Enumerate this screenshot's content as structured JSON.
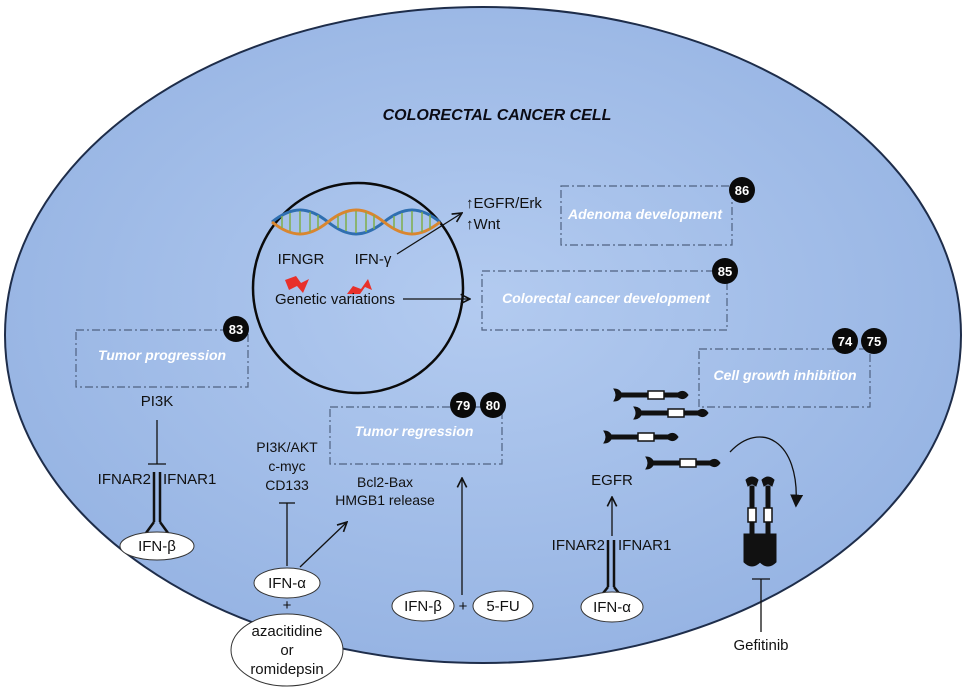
{
  "title": "COLORECTAL CANCER CELL",
  "nucleus": {
    "ifngr": "IFNGR",
    "ifn_gamma": "IFN-γ",
    "genetic_variations": "Genetic variations"
  },
  "pathway_egfr_erk": "↑EGFR/Erk",
  "pathway_wnt": "↑Wnt",
  "boxes": {
    "adenoma": {
      "label": "Adenoma development",
      "refs": [
        "86"
      ]
    },
    "crc_dev": {
      "label": "Colorectal cancer development",
      "refs": [
        "85"
      ]
    },
    "tumor_progression": {
      "label": "Tumor progression",
      "refs": [
        "83"
      ]
    },
    "tumor_regression": {
      "label": "Tumor regression",
      "refs": [
        "79",
        "80"
      ]
    },
    "cell_growth": {
      "label": "Cell growth inhibition",
      "refs": [
        "74",
        "75"
      ]
    }
  },
  "left": {
    "pi3k": "PI3K",
    "ifnar2": "IFNAR2",
    "ifnar1": "IFNAR1",
    "ifn_beta": "IFN-β"
  },
  "middle": {
    "pi3k_akt": "PI3K/AKT",
    "cmyc": "c-myc",
    "cd133": "CD133",
    "bcl2_bax": "Bcl2-Bax",
    "hmgb1": "HMGB1 release",
    "ifn_alpha": "IFN-α",
    "plus": "+",
    "aza1": "azacitidine",
    "aza2": "or",
    "aza3": "romidepsin",
    "ifn_beta": "IFN-β",
    "plus2": "+",
    "fu": "5-FU"
  },
  "right": {
    "egfr": "EGFR",
    "ifnar2": "IFNAR2",
    "ifnar1": "IFNAR1",
    "ifn_alpha": "IFN-α",
    "gefitinib": "Gefitinib"
  },
  "colors": {
    "cell_fill": "#a6c0ea",
    "cell_stroke": "#1e2d4a",
    "badge": "#0a0a0a",
    "red_marker": "#e8302a"
  }
}
